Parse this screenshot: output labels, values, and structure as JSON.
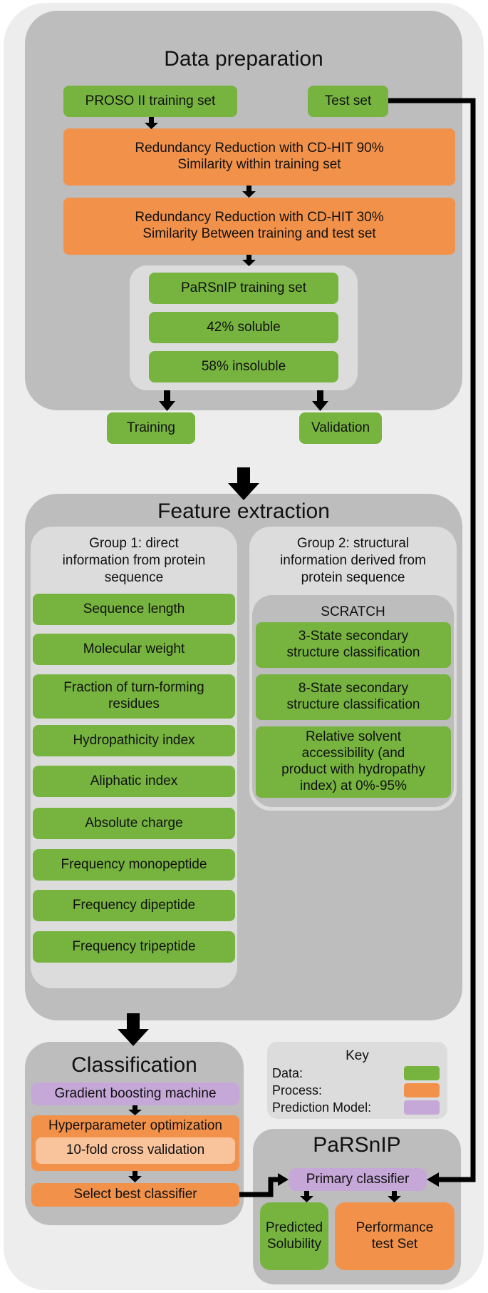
{
  "colors": {
    "data": "#76b43f",
    "process": "#f2924a",
    "model": "#c6a8d8",
    "panel": "#bdbdbd"
  },
  "data_preparation": {
    "title": "Data preparation",
    "proso_training_set": "PROSO II training set",
    "test_set": "Test set",
    "reduction_1": [
      "Redundancy Reduction with CD-HIT 90%",
      "Similarity within training set"
    ],
    "reduction_2": [
      "Redundancy Reduction with CD-HIT 30%",
      "Similarity Between training and test set"
    ],
    "parsnip_training_set": "PaRSnIP training set",
    "soluble": "42% soluble",
    "insoluble": "58% insoluble",
    "training": "Training",
    "validation": "Validation"
  },
  "feature_extraction": {
    "title": "Feature extraction",
    "group1_title": [
      "Group 1: direct",
      "information from protein",
      "sequence"
    ],
    "group1_items": [
      [
        "Sequence length"
      ],
      [
        "Molecular weight"
      ],
      [
        "Fraction of turn-forming",
        "residues"
      ],
      [
        "Hydropathicity index"
      ],
      [
        "Aliphatic index"
      ],
      [
        "Absolute charge"
      ],
      [
        "Frequency monopeptide"
      ],
      [
        "Frequency dipeptide"
      ],
      [
        "Frequency tripeptide"
      ]
    ],
    "group2_title": [
      "Group 2: structural",
      "information derived from",
      "protein sequence"
    ],
    "scratch_title": "SCRATCH",
    "group2_items": [
      [
        "3-State secondary",
        "structure classification"
      ],
      [
        "8-State secondary",
        "structure classification"
      ],
      [
        "Relative solvent",
        "accessibility (and",
        "product with hydropathy",
        "index) at 0%-95%"
      ]
    ]
  },
  "classification": {
    "title": "Classification",
    "gbm": "Gradient boosting machine",
    "hyperparameter": "Hyperparameter optimization",
    "cross_validation": "10-fold cross validation",
    "select_best": "Select best classifier"
  },
  "key": {
    "title": "Key",
    "data": "Data:",
    "process": "Process:",
    "model": "Prediction Model:"
  },
  "parsnip": {
    "title": "PaRSnIP",
    "primary_classifier": "Primary classifier",
    "predicted_solubility": [
      "Predicted",
      "Solubility"
    ],
    "performance": [
      "Performance",
      "test Set"
    ]
  }
}
